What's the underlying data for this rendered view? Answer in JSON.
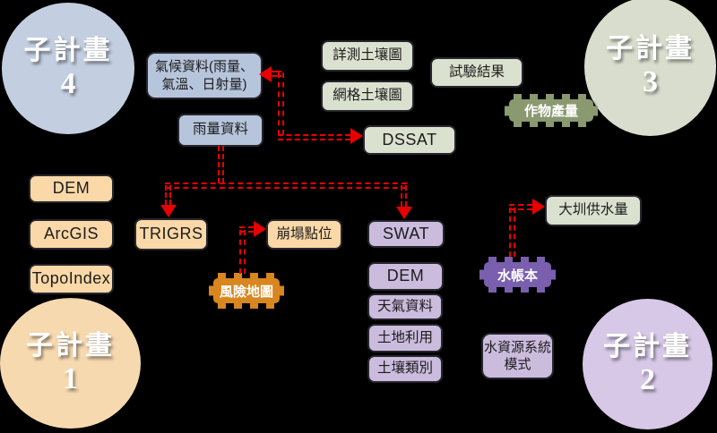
{
  "circles": {
    "sub4": {
      "label": "子計畫",
      "number": "4",
      "color": "#C3CEE0"
    },
    "sub3": {
      "label": "子計畫",
      "number": "3",
      "color": "#D9DDCE"
    },
    "sub1": {
      "label": "子計畫",
      "number": "1",
      "color": "#F7D9B0"
    },
    "sub2": {
      "label": "子計畫",
      "number": "2",
      "color": "#D6C8E6"
    }
  },
  "nodes": {
    "climate": {
      "line1": "氣候資料(雨量、",
      "line2": "氣溫、日射量)",
      "color": "#B7C5DC"
    },
    "rainfall": {
      "label": "雨量資料",
      "color": "#B7C5DC"
    },
    "soil_detail": {
      "label": "詳測土壤圖",
      "color": "#DBE1CF"
    },
    "soil_grid": {
      "label": "網格土壤圖",
      "color": "#DBE1CF"
    },
    "test_result": {
      "label": "試驗結果",
      "color": "#DBE1CF"
    },
    "dssat": {
      "label": "DSSAT",
      "color": "#DBE1CF"
    },
    "canal_supply": {
      "label": "大圳供水量",
      "color": "#DBE1CF"
    },
    "dem_left": {
      "label": "DEM",
      "color": "#FAD8A7"
    },
    "arcgis": {
      "label": "ArcGIS",
      "color": "#FAD8A7"
    },
    "topoindex": {
      "label": "TopoIndex",
      "color": "#FAD8A7"
    },
    "trigrs": {
      "label": "TRIGRS",
      "color": "#FAD8A7"
    },
    "landslide_points": {
      "label": "崩塌點位",
      "color": "#FAD8A7"
    },
    "swat": {
      "label": "SWAT",
      "color": "#CBBCDE"
    },
    "dem_right": {
      "label": "DEM",
      "color": "#CBBCDE"
    },
    "weather": {
      "label": "天氣資料",
      "color": "#CBBCDE"
    },
    "land_use": {
      "label": "土地利用",
      "color": "#CBBCDE"
    },
    "soil_type": {
      "label": "土壤類別",
      "color": "#CBBCDE"
    },
    "water_system": {
      "label": "水資源系統模式",
      "color": "#CBBCDE"
    }
  },
  "chips": {
    "crop_yield": {
      "label": "作物產量",
      "color": "#8A9970"
    },
    "risk_map": {
      "label": "風險地圖",
      "color": "#D8861F"
    },
    "water_ledger": {
      "label": "水帳本",
      "color": "#7A5FAE"
    }
  },
  "colors": {
    "background": "#000000",
    "arrow": "#E80000",
    "box_border": "#26262E",
    "text_dark": "#1C1C1C",
    "text_light": "#FFFFFF"
  }
}
